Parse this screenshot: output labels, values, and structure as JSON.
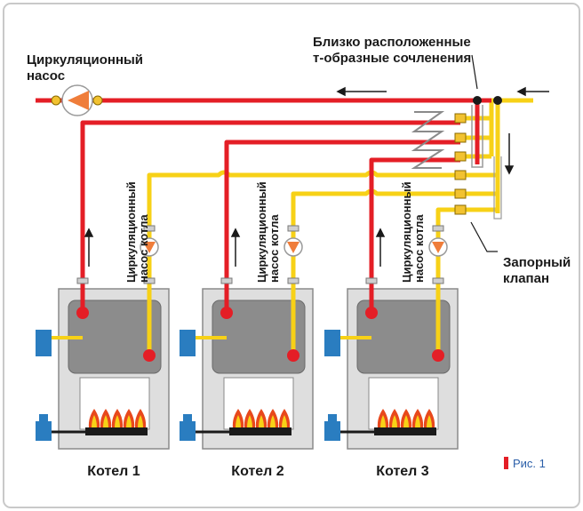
{
  "labels": {
    "main_pump": [
      "Циркуляционный",
      "насос"
    ],
    "close_tees": [
      "Близко расположенные",
      "т-образные сочленения"
    ],
    "shutoff_valve": [
      "Запорный",
      "клапан"
    ],
    "boiler_pump": [
      "Циркуляционный",
      "насос котла"
    ],
    "figure": "Рис. 1"
  },
  "boilers": [
    {
      "name": "Котел 1"
    },
    {
      "name": "Котел 2"
    },
    {
      "name": "Котел 3"
    }
  ],
  "colors": {
    "hot_pipe": "#e41e26",
    "cold_pipe": "#f7d117",
    "boiler_body": "#dedede",
    "tank": "#8c8c8c",
    "burner_box": "#2a7dc0",
    "pump_orange": "#ef7d3a",
    "frame": "#c9c9c9",
    "figure_marker": "#e41e26"
  },
  "icons": [
    "pump-icon",
    "flame-icon",
    "burner-icon",
    "valve-icon",
    "check-valve-icon",
    "flow-arrow-icon"
  ]
}
